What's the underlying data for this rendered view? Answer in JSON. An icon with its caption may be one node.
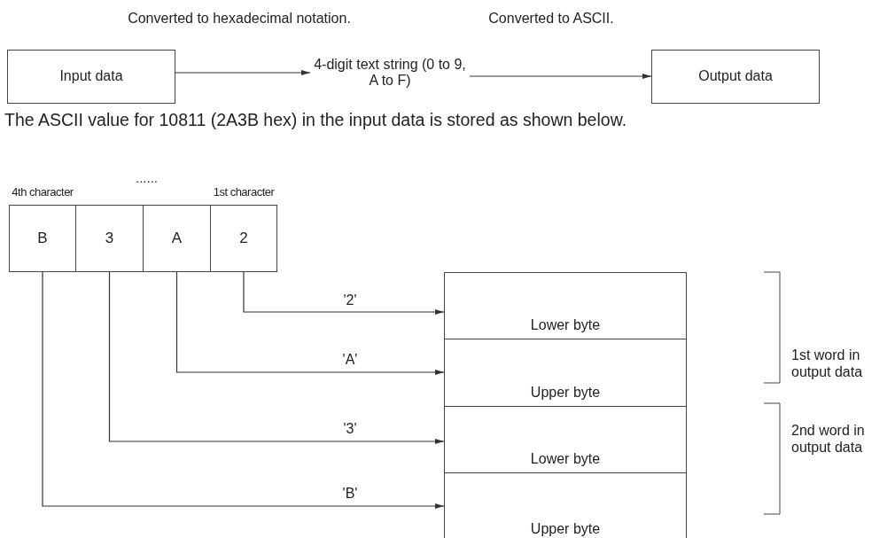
{
  "diagram": {
    "nodes": [
      {
        "text": [
          "Input data"
        ]
      },
      {
        "text": [
          "4-digit text string (0 to 9, A to F)"
        ]
      },
      {
        "text": [
          "Output data"
        ]
      },
      {
        "text": [
          "B"
        ],
        "beside": [
          "4th character"
        ]
      },
      {
        "text": [
          "3"
        ]
      },
      {
        "text": [
          "A"
        ]
      },
      {
        "text": [
          "2"
        ],
        "beside": [
          "1st character"
        ]
      },
      {
        "text": [
          "Lower byte"
        ]
      },
      {
        "text": [
          "Upper byte"
        ]
      },
      {
        "text": [
          "Lower byte"
        ]
      },
      {
        "text": [
          "Upper byte"
        ]
      }
    ],
    "edges": [
      {
        "from": 0,
        "to": 1,
        "arrow": "to",
        "label": "Converted to hexadecimal notation."
      },
      {
        "from": 1,
        "to": 2,
        "arrow": "to",
        "label": "Converted to ASCII."
      },
      {
        "from": 6,
        "to": 7,
        "arrow": "to",
        "label": "'2'"
      },
      {
        "from": 5,
        "to": 8,
        "arrow": "to",
        "label": "'A'"
      },
      {
        "from": 4,
        "to": 9,
        "arrow": "to",
        "label": "'3'"
      },
      {
        "from": 3,
        "to": 10,
        "arrow": "to",
        "label": "'B'"
      }
    ],
    "labels": [
      "The ASCII value for 10811 (2A3B hex) in the input data is stored as shown below.",
      "......",
      "1st word in output data",
      "2nd word in output data"
    ]
  }
}
